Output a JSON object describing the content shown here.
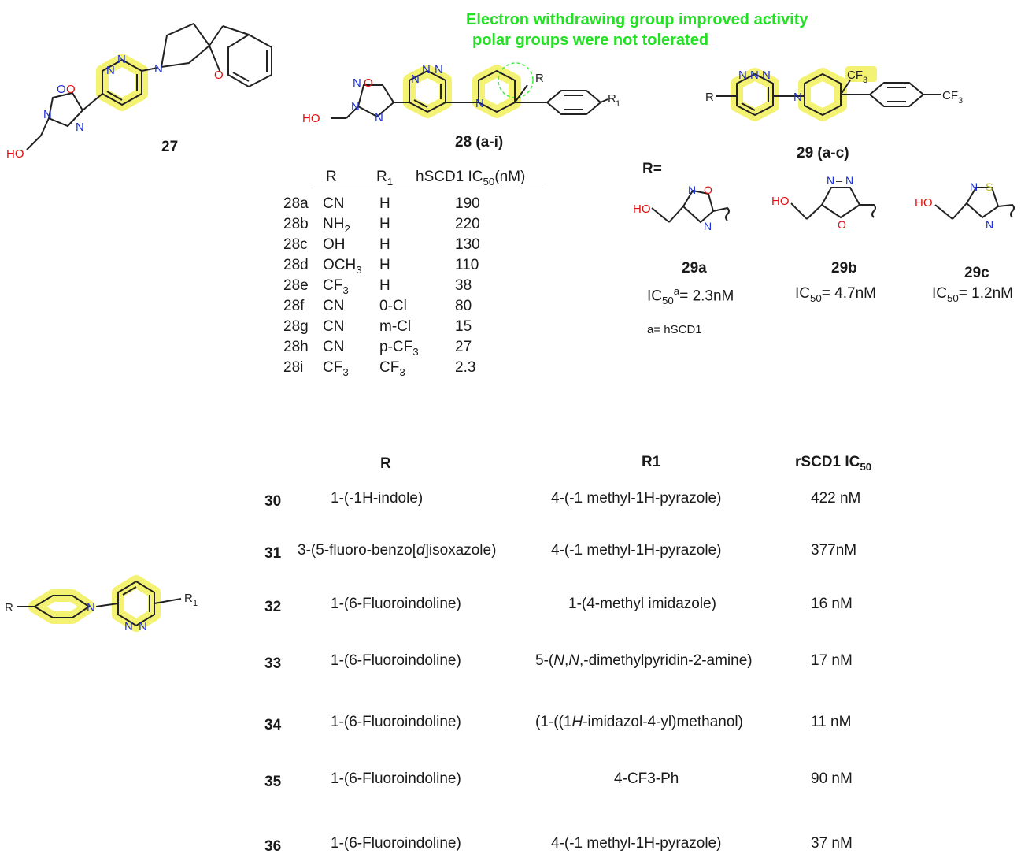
{
  "annotation": {
    "line1": "Electron withdrawing group improved activity",
    "line2": "polar groups were not tolerated"
  },
  "compound_labels": {
    "c27": "27",
    "c28": "28 (a-i)",
    "c29": "29 (a-c)",
    "c29a": "29a",
    "c29b": "29b",
    "c29c": "29c"
  },
  "atoms": {
    "N": "N",
    "O": "O",
    "S": "S",
    "HO": "HO",
    "R": "R",
    "R1_R": "R",
    "R1_sub": "1",
    "CF3": "CF",
    "sub3": "3"
  },
  "r_equals": "R=",
  "ic50_29": {
    "a_prefix": "IC",
    "a_sub": "50",
    "a_sup": "a",
    "a_val": "= 2.3nM",
    "b_prefix": "IC",
    "b_sub": "50",
    "b_val": "= 4.7nM",
    "c_prefix": "IC",
    "c_sub": "50",
    "c_val": "= 1.2nM"
  },
  "footnote": "a= hSCD1",
  "table28": {
    "headers": {
      "r": "R",
      "r1": "R",
      "r1_sub": "1",
      "ic": "hSCD1 IC",
      "ic_sub": "50",
      "ic_unit": "(nM)"
    },
    "rows": [
      {
        "id": "28a",
        "r": "CN",
        "r1": "H",
        "ic": "190"
      },
      {
        "id": "28b",
        "r": "NH",
        "r_sub": "2",
        "r1": "H",
        "ic": "220"
      },
      {
        "id": "28c",
        "r": "OH",
        "r1": "H",
        "ic": "130"
      },
      {
        "id": "28d",
        "r": "OCH",
        "r_sub": "3",
        "r1": "H",
        "ic": "110"
      },
      {
        "id": "28e",
        "r": "CF",
        "r_sub": "3",
        "r1": "H",
        "ic": "38"
      },
      {
        "id": "28f",
        "r": "CN",
        "r1": "0-Cl",
        "ic": "80"
      },
      {
        "id": "28g",
        "r": "CN",
        "r1": "m-Cl",
        "ic": "15"
      },
      {
        "id": "28h",
        "r": "CN",
        "r1": "p-CF",
        "r1_sub": "3",
        "ic": "27"
      },
      {
        "id": "28i",
        "r": "CF",
        "r_sub": "3",
        "r1": "CF",
        "r1_sub": "3",
        "ic": "2.3"
      }
    ]
  },
  "table30": {
    "headers": {
      "r": "R",
      "r1": "R1",
      "ic": "rSCD1 IC",
      "ic_sub": "50"
    },
    "rows": [
      {
        "id": "30",
        "r": "1-(-1H-indole)",
        "r1": "4-(-1 methyl-1H-pyrazole)",
        "ic": "422 nM"
      },
      {
        "id": "31",
        "r_pre": "3-(5-fluoro-benzo[",
        "r_it": "d",
        "r_post": "]isoxazole)",
        "r1": "4-(-1 methyl-1H-pyrazole)",
        "ic": "377nM"
      },
      {
        "id": "32",
        "r": "1-(6-Fluoroindoline)",
        "r1": "1-(4-methyl imidazole)",
        "ic": "16 nM"
      },
      {
        "id": "33",
        "r": "1-(6-Fluoroindoline)",
        "r1_pre": "5-(",
        "r1_it1": "N",
        "r1_mid": ",",
        "r1_it2": "N",
        "r1_post": ",-dimethylpyridin-2-amine)",
        "ic": "17  nM"
      },
      {
        "id": "34",
        "r": "1-(6-Fluoroindoline)",
        "r1_pre": "(1-((1",
        "r1_it": "H",
        "r1_post": "-imidazol-4-yl)methanol)",
        "ic": "11 nM"
      },
      {
        "id": "35",
        "r": "1-(6-Fluoroindoline)",
        "r1": "4-CF3-Ph",
        "ic": "90  nM"
      },
      {
        "id": "36",
        "r": "1-(6-Fluoroindoline)",
        "r1": "4-(-1 methyl-1H-pyrazole)",
        "ic": "37 nM"
      }
    ]
  }
}
